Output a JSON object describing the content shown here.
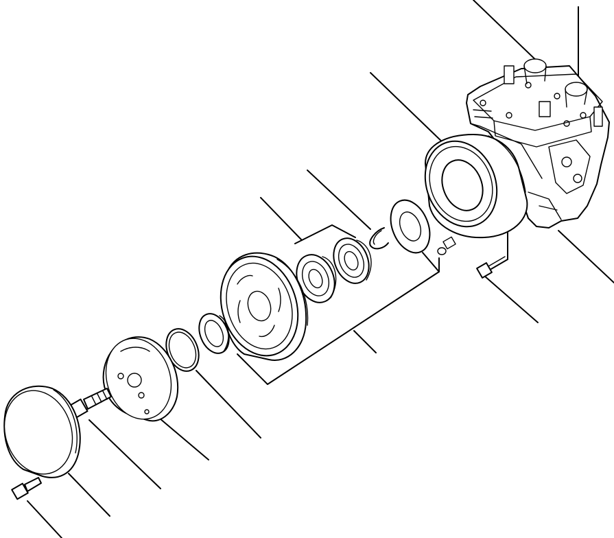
{
  "diagram": {
    "title": "",
    "labels": []
  },
  "colors": {
    "stroke": "#000000",
    "background": "#ffffff"
  },
  "parts": [
    "front-cover",
    "cover-bolt",
    "armature-bolt",
    "armature-plate",
    "snap-ring",
    "seal",
    "pulley",
    "bearing-inner",
    "bearing-outer",
    "c-ring",
    "shim-washer",
    "small-nuts",
    "field-coil",
    "mount-bolt",
    "compressor"
  ]
}
